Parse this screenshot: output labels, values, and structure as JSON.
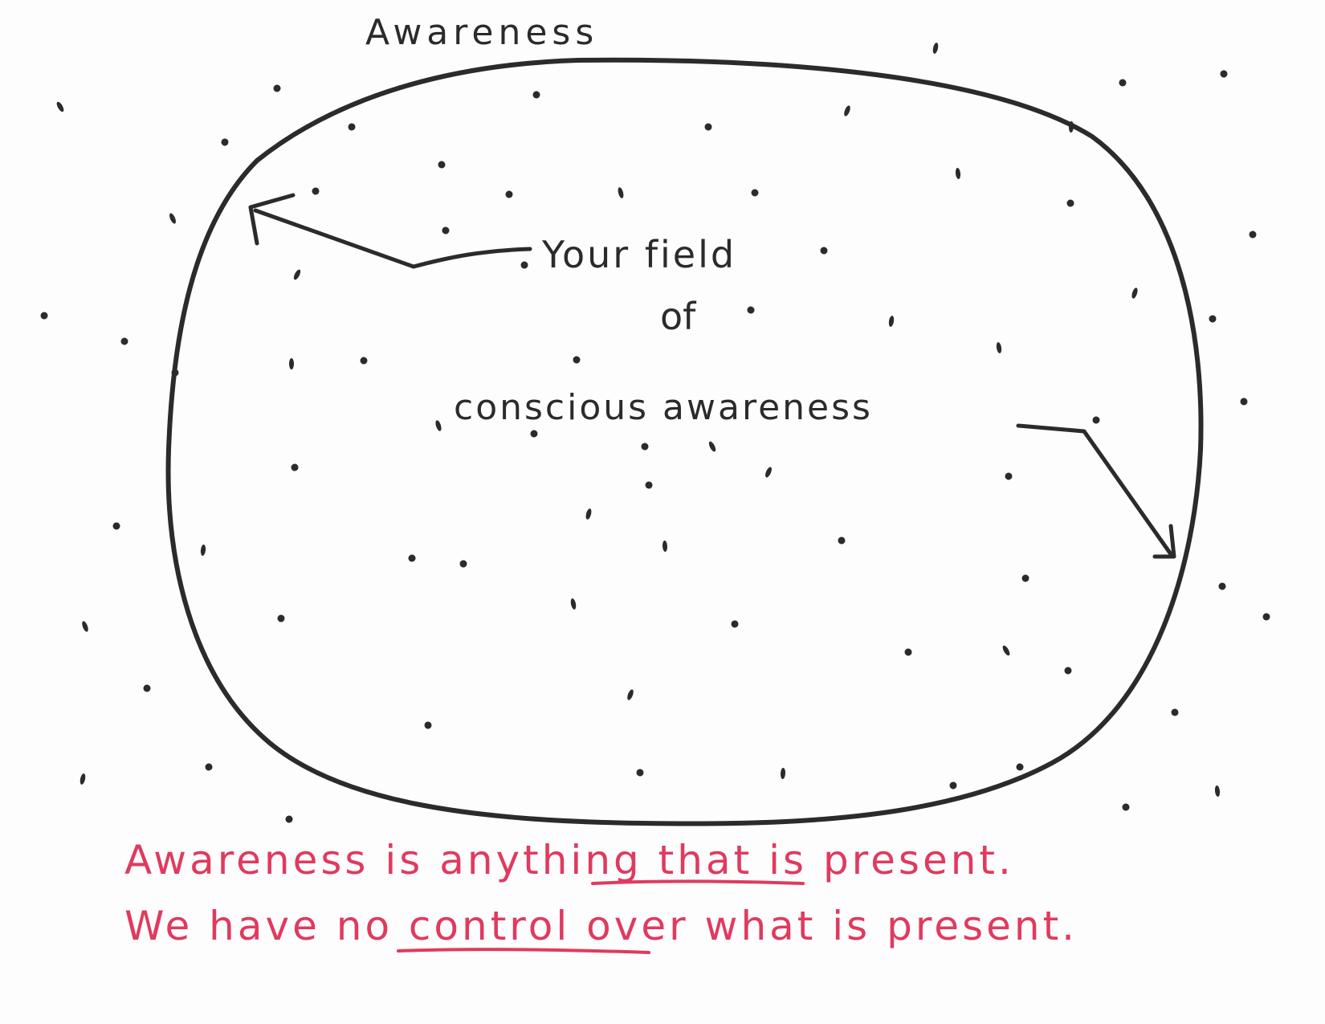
{
  "diagram": {
    "outer_label": "Awareness",
    "inner_label_line1": "Your field",
    "inner_label_line2": "of",
    "inner_label_line3": "conscious awareness",
    "caption": {
      "line1": {
        "before": "Awareness is ",
        "emphasis": "anything",
        "after": " that is present."
      },
      "line2": {
        "before": "We have ",
        "emphasis": "no control",
        "after": " over what is present."
      }
    }
  },
  "colors": {
    "ink": "#2b2b2b",
    "caption_ink": "#e03a5f",
    "paper": "#fdfdfd"
  }
}
